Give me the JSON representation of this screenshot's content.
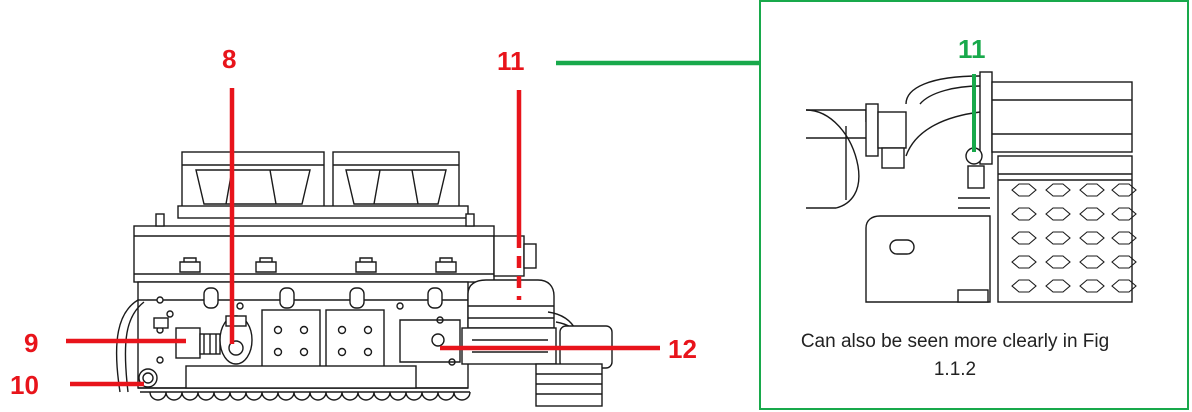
{
  "callouts": {
    "c8": "8",
    "c9": "9",
    "c10": "10",
    "c11": "11",
    "c12": "12",
    "inset_11": "11"
  },
  "inset": {
    "caption": "Can also be seen more clearly in Fig 1.1.2"
  },
  "colors": {
    "callout_red": "#e8141b",
    "callout_green": "#18a94b",
    "line_art": "#1a1a1a"
  }
}
